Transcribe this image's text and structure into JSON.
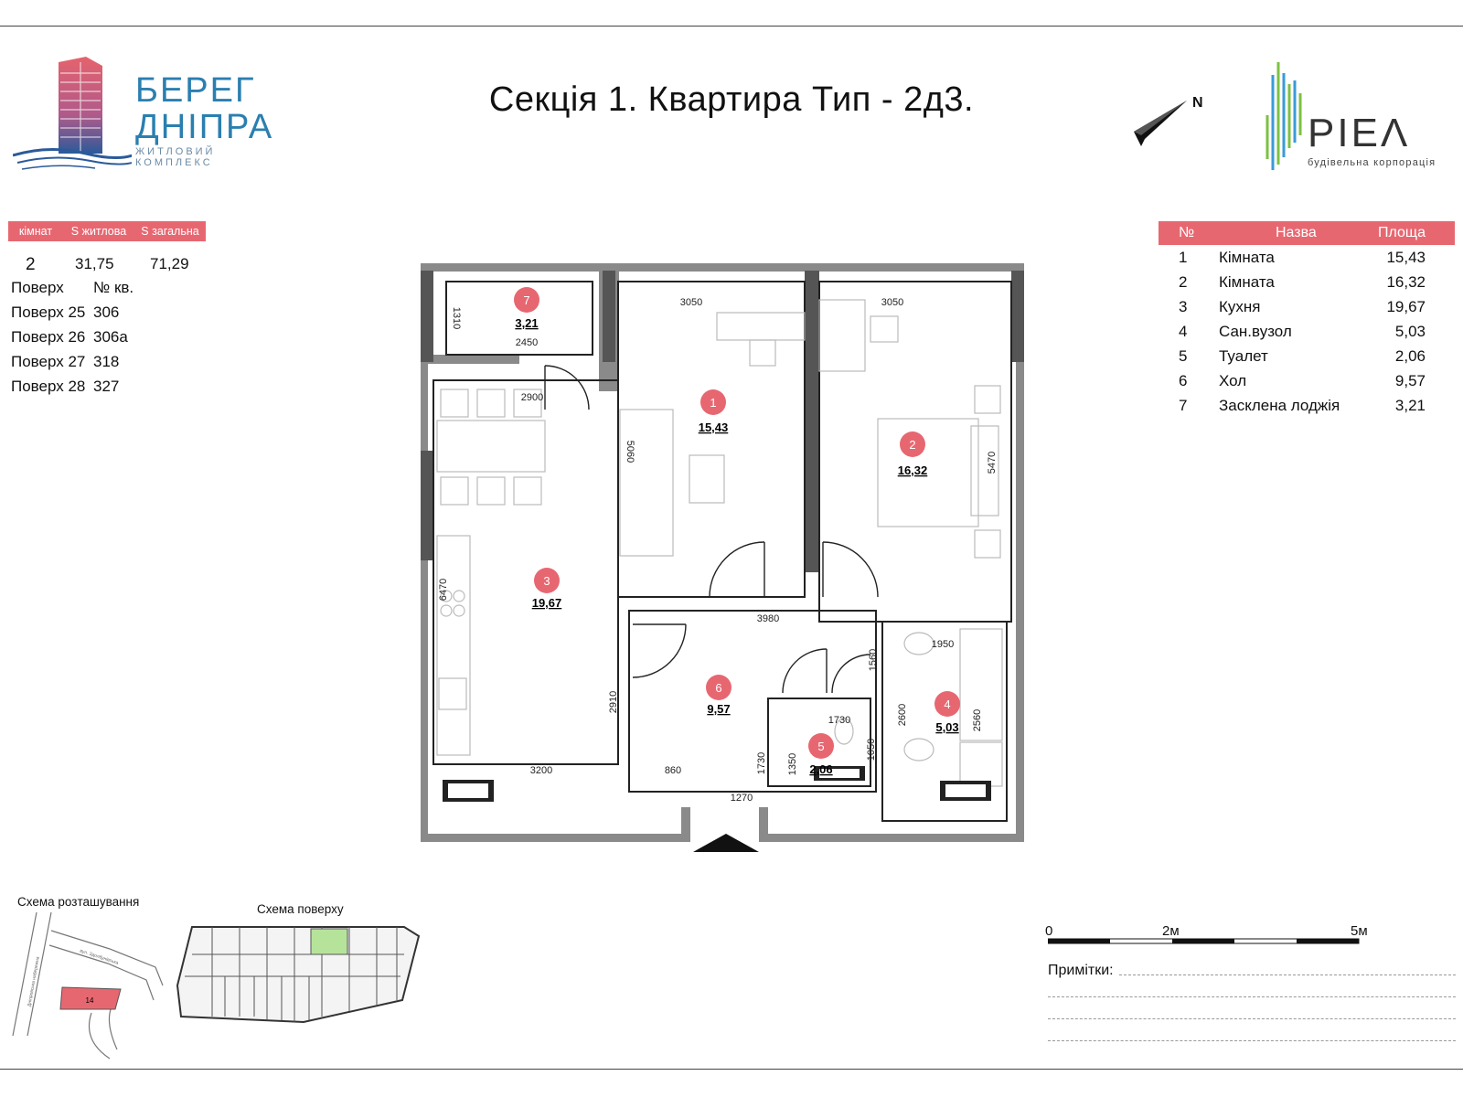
{
  "header": {
    "title": "Секція 1. Квартира Тип - 2д3.",
    "brand_left": {
      "line1": "БЕРЕГ",
      "line2": "ДНІПРА",
      "sub": "ЖИТЛОВИЙ КОМПЛЕКС"
    },
    "brand_right": {
      "name": "PIEΛ",
      "sub": "будівельна корпорація"
    },
    "compass_label": "N"
  },
  "summary": {
    "headers": [
      "кімнат",
      "S житлова",
      "S загальна"
    ],
    "values": [
      "2",
      "31,75",
      "71,29"
    ],
    "floor_header": [
      "Поверх",
      "№ кв."
    ],
    "floors": [
      {
        "floor": "Поверх 25",
        "apt": "306"
      },
      {
        "floor": "Поверх 26",
        "apt": "306а"
      },
      {
        "floor": "Поверх 27",
        "apt": "318"
      },
      {
        "floor": "Поверх 28",
        "apt": "327"
      }
    ]
  },
  "legend": {
    "headers": [
      "№",
      "Назва",
      "Площа"
    ],
    "rows": [
      {
        "num": "1",
        "name": "Кімната",
        "area": "15,43"
      },
      {
        "num": "2",
        "name": "Кімната",
        "area": "16,32"
      },
      {
        "num": "3",
        "name": "Кухня",
        "area": "19,67"
      },
      {
        "num": "4",
        "name": "Сан.вузол",
        "area": "5,03"
      },
      {
        "num": "5",
        "name": "Туалет",
        "area": "2,06"
      },
      {
        "num": "6",
        "name": "Хол",
        "area": "9,57"
      },
      {
        "num": "7",
        "name": "Засклена лоджія",
        "area": "3,21"
      }
    ]
  },
  "plan": {
    "rooms": [
      {
        "num": "1",
        "area": "15,43"
      },
      {
        "num": "2",
        "area": "16,32"
      },
      {
        "num": "3",
        "area": "19,67"
      },
      {
        "num": "4",
        "area": "5,03"
      },
      {
        "num": "5",
        "area": "2,06"
      },
      {
        "num": "6",
        "area": "9,57"
      },
      {
        "num": "7",
        "area": "3,21"
      }
    ],
    "dimensions": [
      "3050",
      "3050",
      "1310",
      "2450",
      "2900",
      "5060",
      "5470",
      "6470",
      "3980",
      "1560",
      "1950",
      "2910",
      "1730",
      "2600",
      "2560",
      "1050",
      "1350",
      "1730",
      "3200",
      "860",
      "1270"
    ],
    "accent_color": "#e76771"
  },
  "bottom": {
    "location_scheme_label": "Схема розташування",
    "floor_scheme_label": "Схема поверху",
    "building_number": "14",
    "street_1": "вул. Здолбунівська",
    "street_2": "Дніпровська набережна",
    "scale_labels": [
      "0",
      "2м",
      "5м"
    ],
    "notes_label": "Примітки:"
  }
}
